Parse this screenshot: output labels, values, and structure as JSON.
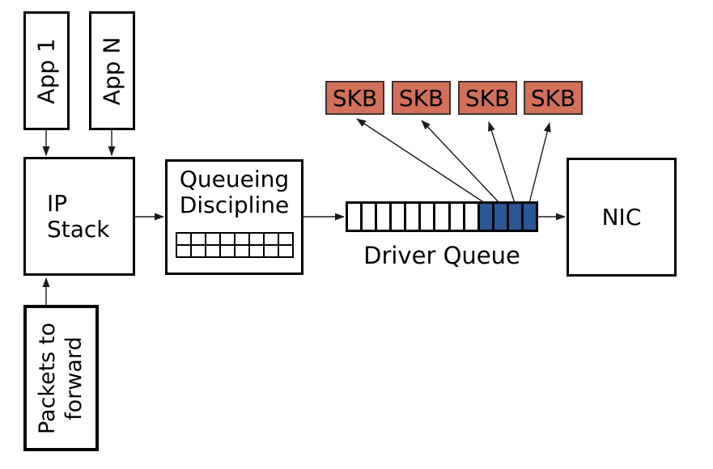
{
  "boxes": {
    "app1": {
      "label": "App 1"
    },
    "appN": {
      "label": "App N"
    },
    "ip_stack": {
      "lines": [
        "IP",
        "Stack"
      ]
    },
    "packets_forward": {
      "lines": [
        "Packets to",
        "forward"
      ]
    },
    "queueing_discipline": {
      "lines": [
        "Queueing",
        "Discipline"
      ],
      "grid_rows": 2,
      "grid_cols": 8
    },
    "nic": {
      "label": "NIC"
    }
  },
  "skb": {
    "fill": "#d2705a",
    "items": [
      {
        "label": "SKB"
      },
      {
        "label": "SKB"
      },
      {
        "label": "SKB"
      },
      {
        "label": "SKB"
      }
    ]
  },
  "driver_queue": {
    "label": "Driver Queue",
    "total_slots": 13,
    "empty_slots": 9,
    "filled_slots": 4,
    "empty_color": "#ffffff",
    "filled_color": "#2a5796"
  },
  "colors": {
    "line": "#1a1a1a",
    "box_border": "#000000",
    "background": "#ffffff"
  }
}
